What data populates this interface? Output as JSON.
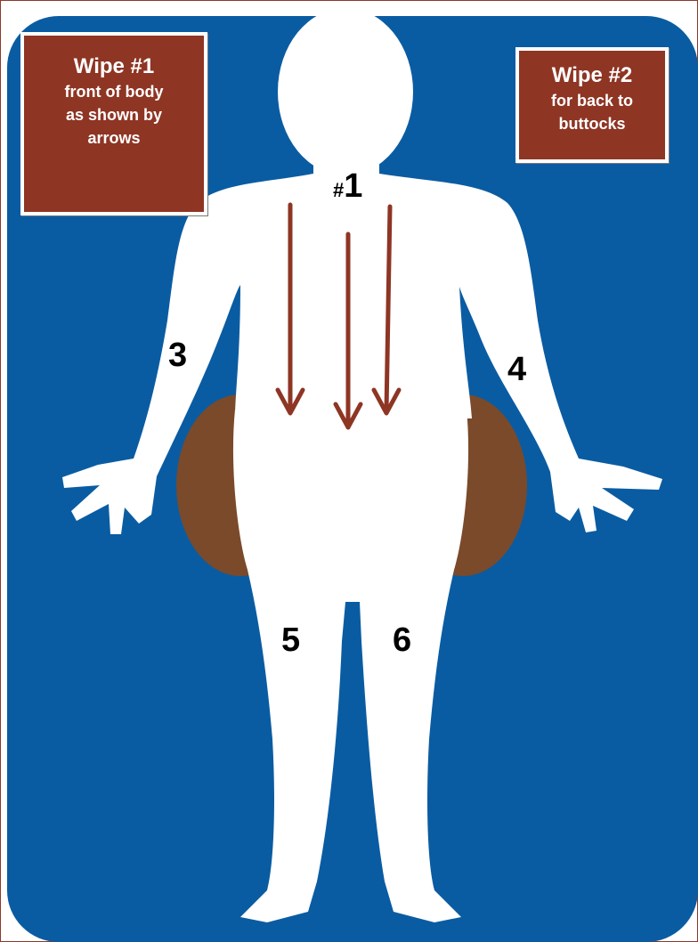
{
  "labels": {
    "wipe1": {
      "title": "Wipe #1",
      "lines": [
        "front of body",
        "as shown by",
        "arrows"
      ]
    },
    "wipe2": {
      "title": "Wipe #2",
      "lines": [
        "for back to",
        "buttocks"
      ]
    }
  },
  "markers": {
    "torso": {
      "prefix": "#",
      "number": "1"
    },
    "left_arm": "3",
    "right_arm": "4",
    "left_leg": "5",
    "right_leg": "6"
  },
  "colors": {
    "background": "#0a5ca2",
    "label_box": "#8e3524",
    "arrow": "#8e3524",
    "buttocks": "#7a4a2a",
    "body": "#ffffff"
  },
  "icons": {
    "figure": "human-body-silhouette-icon",
    "arrows": "down-arrow-icon"
  }
}
